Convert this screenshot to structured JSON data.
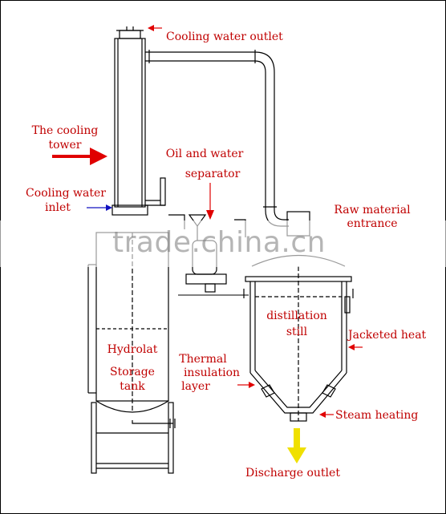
{
  "labels": {
    "cooling_water_outlet": "Cooling water outlet",
    "cooling_tower_l1": "The cooling",
    "cooling_tower_l2": "tower",
    "oil_water_l1": "Oil and water",
    "oil_water_l2": "separator",
    "cooling_water_inlet_l1": "Cooling water",
    "cooling_water_inlet_l2": "inlet",
    "raw_material_l1": "Raw material",
    "raw_material_l2": "entrance",
    "distillation_l1": "distillation",
    "distillation_l2": "still",
    "jacketed_heat": "Jacketed heat",
    "hydrolat_l1": "Hydrolat",
    "hydrolat_l2": "Storage",
    "hydrolat_l3": "tank",
    "thermal_l1": "Thermal",
    "thermal_l2": "insulation",
    "thermal_l3": "layer",
    "steam_heating": "Steam heating",
    "discharge_outlet": "Discharge outlet"
  },
  "watermark": "trade.china.cn",
  "colors": {
    "label": "#c00000",
    "arrow_red": "#e00000",
    "arrow_blue": "#1010c0",
    "arrow_yellow": "#f0e000",
    "line": "#000000"
  },
  "icons": [
    "arrow-left-icon",
    "arrow-right-icon",
    "arrow-down-icon"
  ]
}
